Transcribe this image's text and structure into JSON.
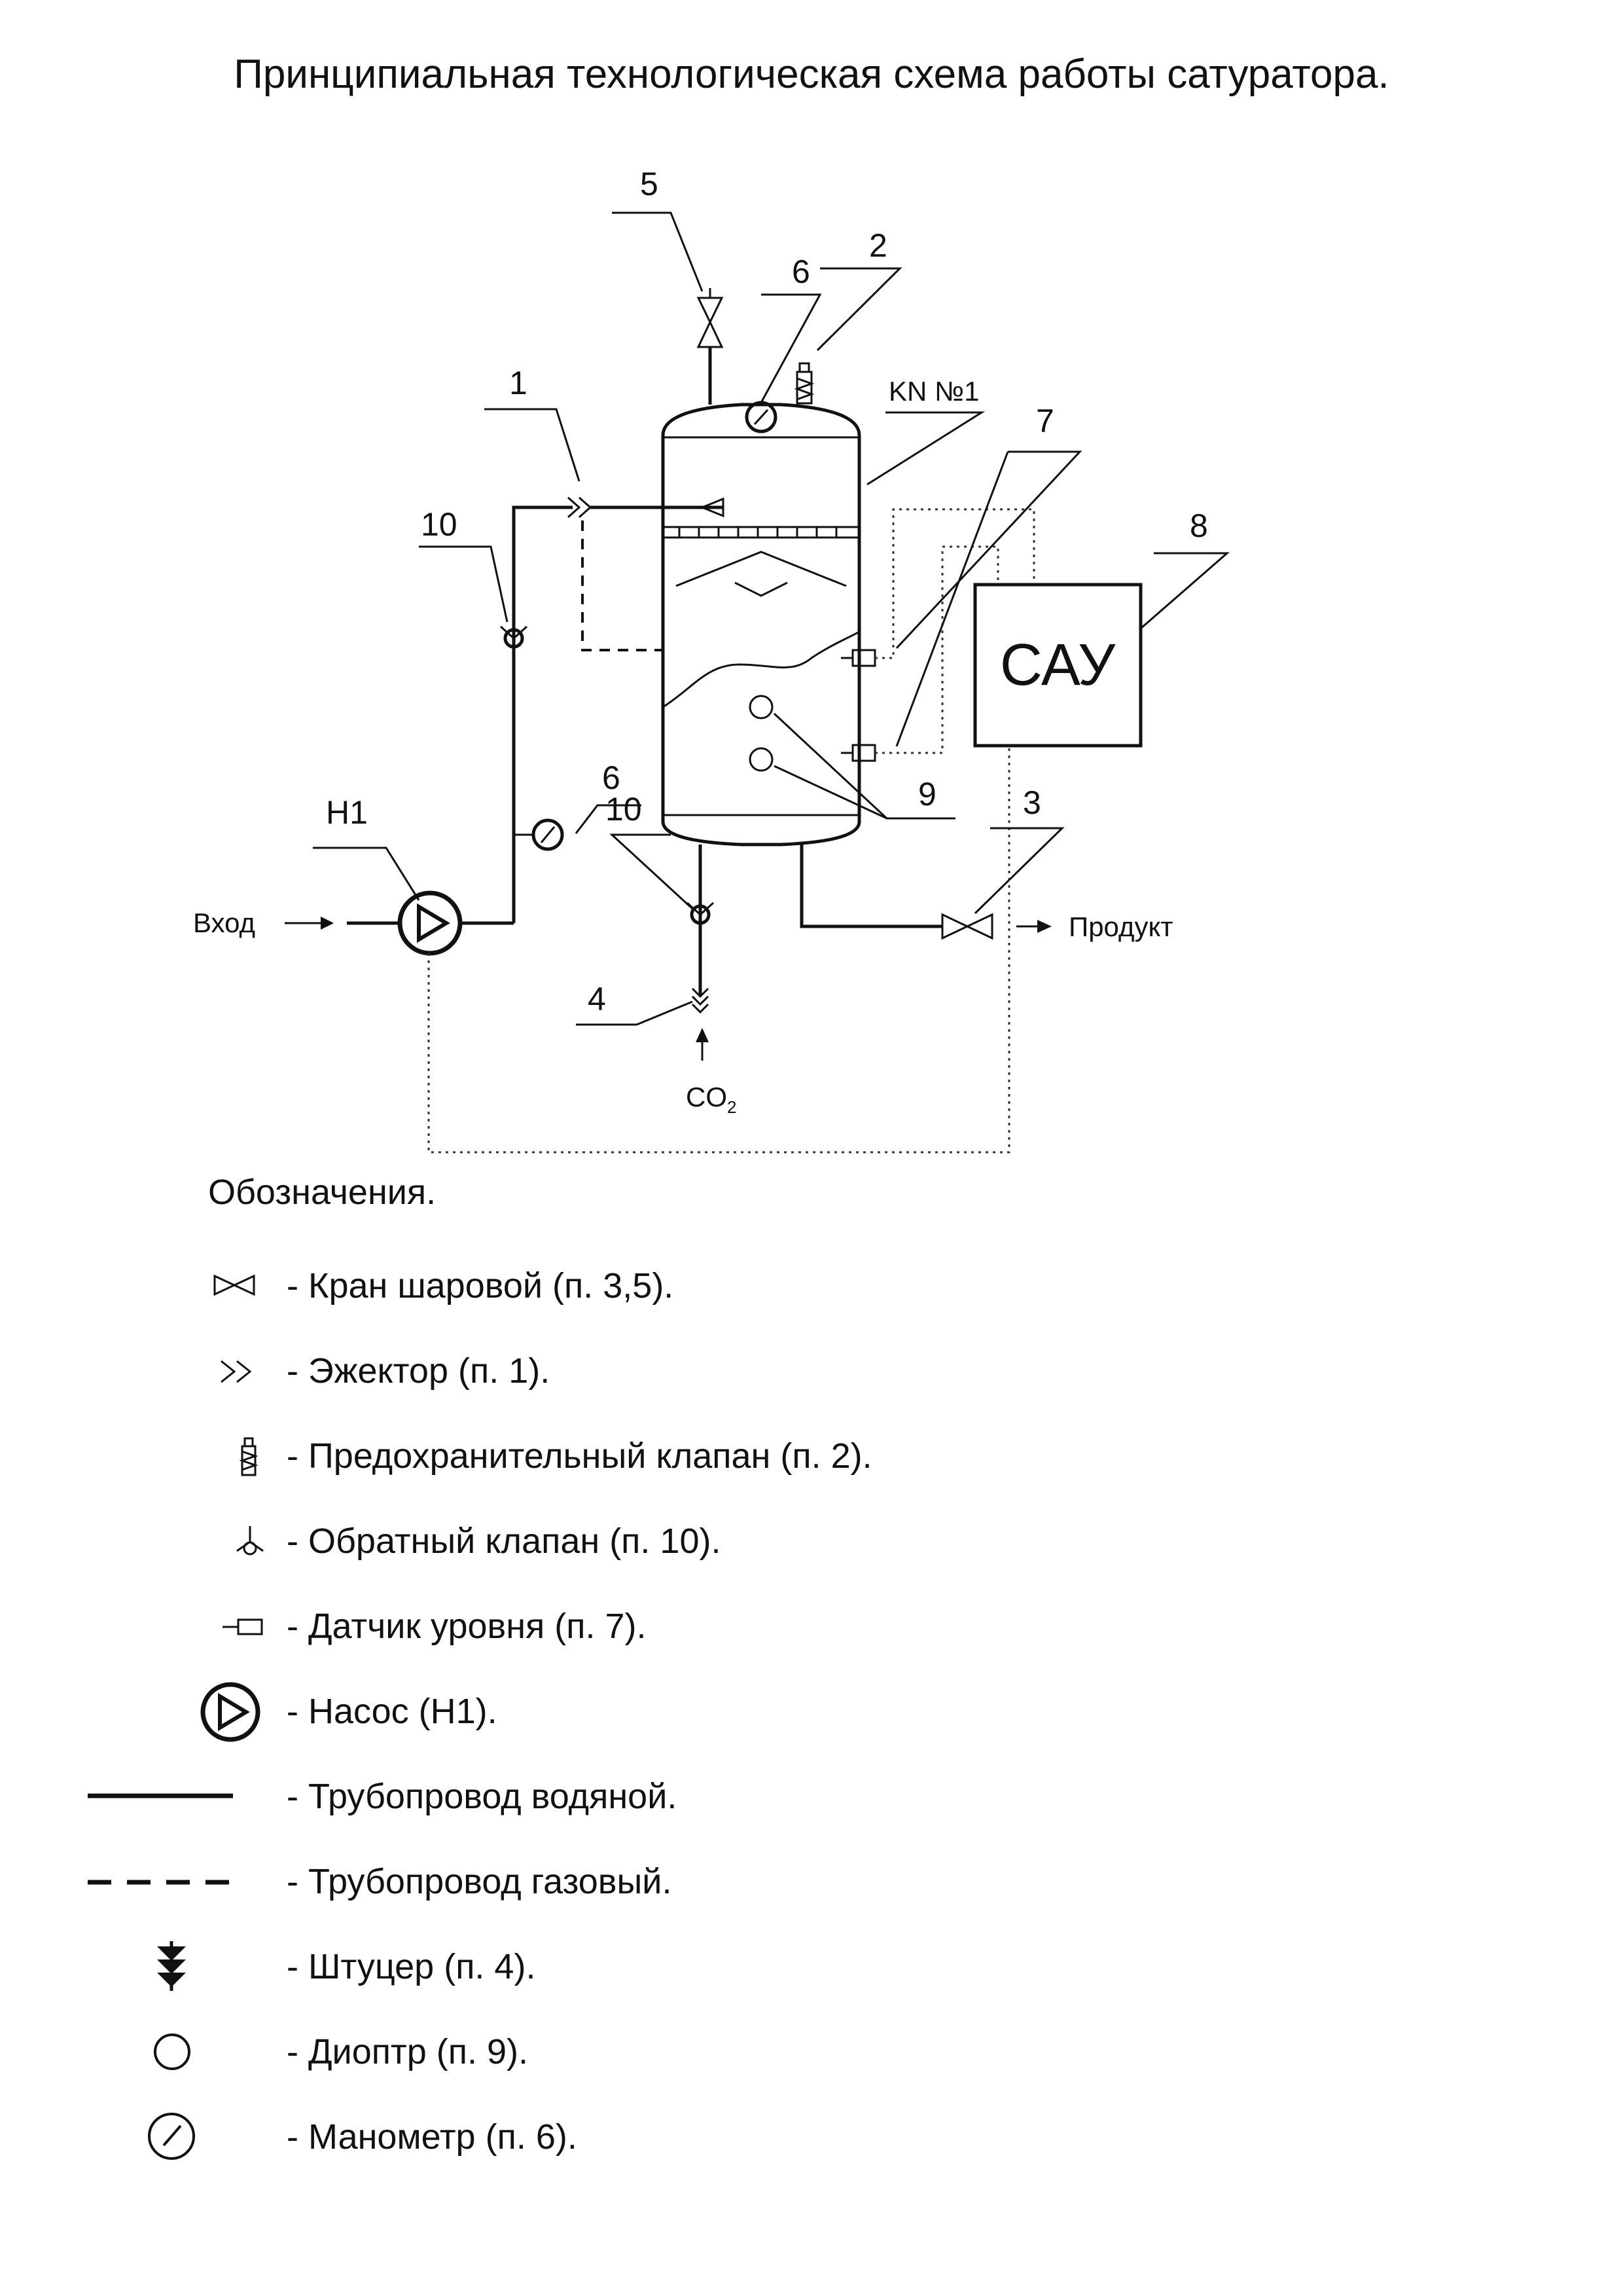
{
  "title": "Принципиальная технологическая схема работы сатуратора.",
  "labels": {
    "l1": "1",
    "l2": "2",
    "l3": "3",
    "l4": "4",
    "l5": "5",
    "l6_top": "6",
    "l6_mid": "6",
    "l7": "7",
    "l8": "8",
    "l9": "9",
    "l10_left": "10",
    "l10_bottom": "10",
    "h1": "Н1",
    "kn": "KN №1",
    "sau": "САУ",
    "inlet": "Вход",
    "product": "Продукт",
    "co2": "CO",
    "co2_sub": "2"
  },
  "legend": {
    "title": "Обозначения.",
    "items": [
      {
        "icon": "ball-valve-icon",
        "text": "-  Кран шаровой (п. 3,5)."
      },
      {
        "icon": "ejector-icon",
        "text": "-  Эжектор (п. 1)."
      },
      {
        "icon": "safety-valve-icon",
        "text": "-  Предохранительный клапан (п. 2)."
      },
      {
        "icon": "check-valve-icon",
        "text": "-  Обратный клапан (п. 10)."
      },
      {
        "icon": "level-sensor-icon",
        "text": "-  Датчик уровня (п. 7)."
      },
      {
        "icon": "pump-icon",
        "text": "-  Насос  (Н1)."
      },
      {
        "icon": "water-pipe-icon",
        "text": "-  Трубопровод водяной."
      },
      {
        "icon": "gas-pipe-icon",
        "text": "-  Трубопровод газовый."
      },
      {
        "icon": "fitting-icon",
        "text": "- Штуцер (п. 4)."
      },
      {
        "icon": "sight-glass-icon",
        "text": "- Диоптр (п. 9)."
      },
      {
        "icon": "manometer-icon",
        "text": "- Манометр (п. 6)."
      }
    ]
  }
}
